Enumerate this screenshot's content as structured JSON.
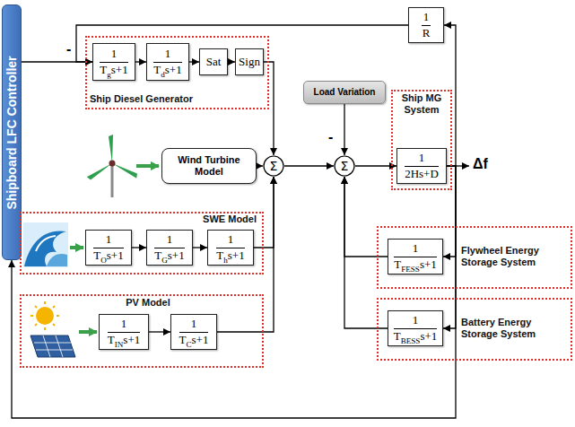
{
  "diagram": {
    "nodes": [
      {
        "text": [
          "Shipboard LFC Controller"
        ]
      },
      {
        "text": [
          "Ship Diesel Generator"
        ]
      },
      {
        "text": [
          "1",
          "Tgs+1"
        ],
        "in": 1
      },
      {
        "text": [
          "1",
          "Tds+1"
        ],
        "in": 1
      },
      {
        "text": [
          "Sat"
        ],
        "in": 1
      },
      {
        "text": [
          "Sign"
        ],
        "in": 1
      },
      {
        "text": [
          "1",
          "R"
        ]
      },
      {
        "text": [
          "Load Variation"
        ]
      },
      {
        "text": [
          "Ship MG System"
        ]
      },
      {
        "text": [
          "1",
          "2Hs+D"
        ],
        "in": 8
      },
      {
        "text": [
          "Wind Turbine Model"
        ]
      },
      {
        "text": [
          "Σ"
        ]
      },
      {
        "text": [
          "Σ"
        ]
      },
      {
        "text": [
          "SWE Model"
        ]
      },
      {
        "text": [
          "1",
          "TOs+1"
        ],
        "in": 13
      },
      {
        "text": [
          "1",
          "TGs+1"
        ],
        "in": 13
      },
      {
        "text": [
          "1",
          "Ths+1"
        ],
        "in": 13
      },
      {
        "text": [
          "Flywheel Energy Storage System"
        ]
      },
      {
        "text": [
          "1",
          "TFESSs+1"
        ],
        "in": 17
      },
      {
        "text": [
          "PV Model"
        ]
      },
      {
        "text": [
          "1",
          "TINs+1"
        ],
        "in": 19
      },
      {
        "text": [
          "1",
          "TCs+1"
        ],
        "in": 19
      },
      {
        "text": [
          "Battery Energy Storage System"
        ]
      },
      {
        "text": [
          "1",
          "TBESSs+1"
        ],
        "in": 22
      }
    ],
    "edges": [
      {
        "from": 0,
        "to": 2,
        "arrow": "to"
      },
      {
        "from": 2,
        "to": 3,
        "arrow": "to"
      },
      {
        "from": 3,
        "to": 4,
        "arrow": "to"
      },
      {
        "from": 4,
        "to": 5,
        "arrow": "to"
      },
      {
        "from": 5,
        "to": 11,
        "arrow": "to"
      },
      {
        "from": 10,
        "to": 11,
        "arrow": "to"
      },
      {
        "from": 16,
        "to": 11,
        "arrow": "to"
      },
      {
        "from": 21,
        "to": 11,
        "arrow": "to"
      },
      {
        "from": 11,
        "to": 12,
        "arrow": "to"
      },
      {
        "from": 7,
        "to": 12,
        "arrow": "to"
      },
      {
        "from": 18,
        "to": 12,
        "arrow": "to"
      },
      {
        "from": 23,
        "to": 12,
        "arrow": "to"
      },
      {
        "from": 12,
        "to": 9,
        "arrow": "to"
      },
      {
        "from": 9,
        "to": 6,
        "arrow": "to"
      },
      {
        "from": 6,
        "to": 2,
        "arrow": "to"
      },
      {
        "from": 9,
        "to": 0,
        "arrow": "to"
      },
      {
        "from": 9,
        "to": 18,
        "arrow": "to"
      },
      {
        "from": 9,
        "to": 23,
        "arrow": "to"
      },
      {
        "from": 14,
        "to": 15,
        "arrow": "to"
      },
      {
        "from": 15,
        "to": 16,
        "arrow": "to"
      },
      {
        "from": 20,
        "to": 21,
        "arrow": "to"
      }
    ],
    "labels": [
      "Δf",
      "-",
      "-"
    ]
  }
}
